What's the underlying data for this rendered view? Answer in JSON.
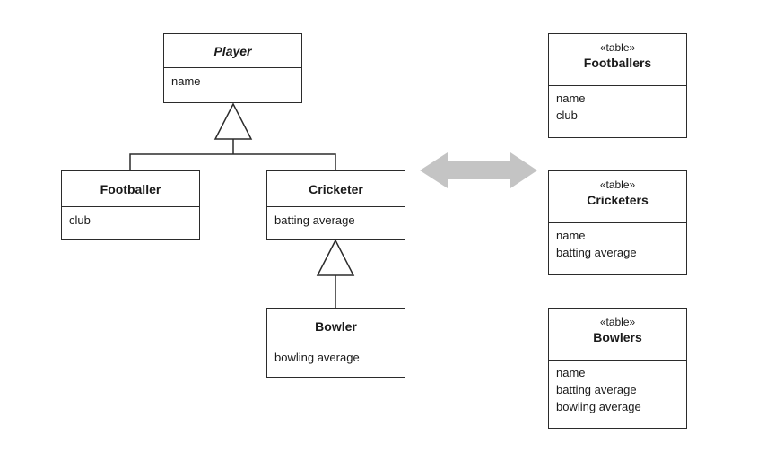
{
  "classes": {
    "player": {
      "name": "Player",
      "attributes": [
        "name"
      ]
    },
    "footballer": {
      "name": "Footballer",
      "attributes": [
        "club"
      ]
    },
    "cricketer": {
      "name": "Cricketer",
      "attributes": [
        "batting average"
      ]
    },
    "bowler": {
      "name": "Bowler",
      "attributes": [
        "bowling average"
      ]
    }
  },
  "tables": {
    "footballers": {
      "stereotype": "«table»",
      "name": "Footballers",
      "columns": [
        "name",
        "club"
      ]
    },
    "cricketers": {
      "stereotype": "«table»",
      "name": "Cricketers",
      "columns": [
        "name",
        "batting average"
      ]
    },
    "bowlers": {
      "stereotype": "«table»",
      "name": "Bowlers",
      "columns": [
        "name",
        "batting average",
        "bowling average"
      ]
    }
  },
  "colors": {
    "line": "#2b2b2b",
    "mapping_arrow": "#c4c4c4"
  }
}
